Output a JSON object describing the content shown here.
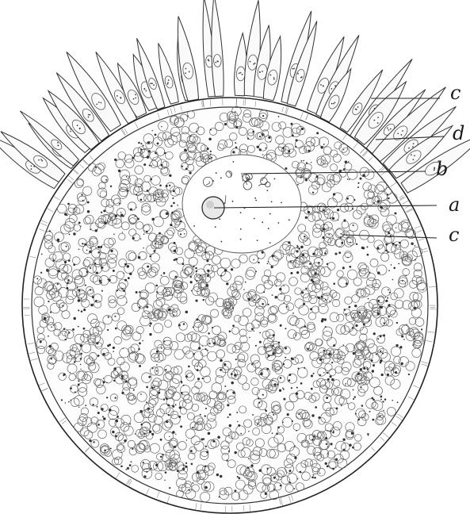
{
  "figure": {
    "labels": {
      "corona_cells": "c",
      "zona_pellucida": "d",
      "germinal_vesicle": "b",
      "germinal_spot": "a",
      "yolk": "c"
    },
    "colors": {
      "ink": "#222222",
      "paper": "#ffffff",
      "yolk_granule": "#555555"
    }
  }
}
